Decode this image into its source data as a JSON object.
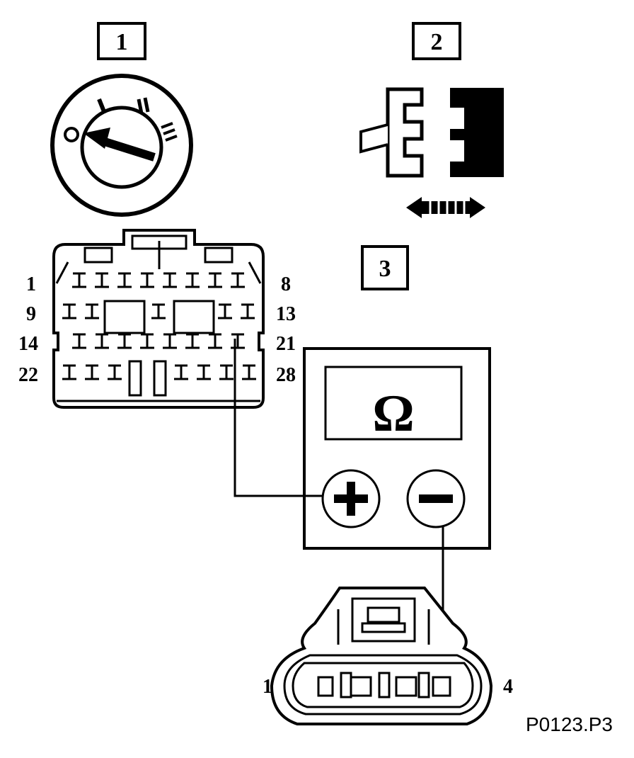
{
  "steps": {
    "step1": "1",
    "step2": "2",
    "step3": "3"
  },
  "ignition_switch": {
    "positions": [
      "O",
      "I",
      "II",
      "III"
    ]
  },
  "ecu_connector": {
    "row_labels_left": [
      "1",
      "9",
      "14",
      "22"
    ],
    "row_labels_right": [
      "8",
      "13",
      "21",
      "28"
    ]
  },
  "ohmmeter": {
    "display_symbol": "Ω",
    "positive_label": "+",
    "negative_label": "−"
  },
  "sensor_connector": {
    "left_pin_label": "1",
    "right_pin_label": "4"
  },
  "figure_code": "P0123.P3"
}
